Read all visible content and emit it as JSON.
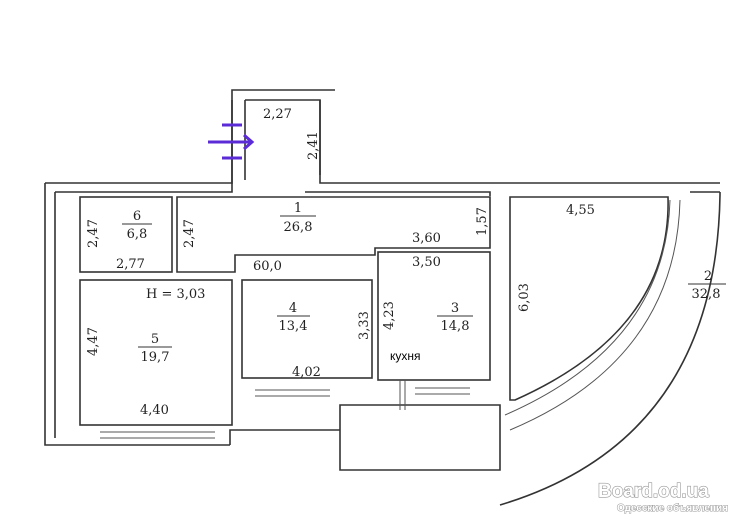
{
  "rooms": [
    {
      "number": "1",
      "area": "26,8"
    },
    {
      "number": "2",
      "area": "32,8"
    },
    {
      "number": "3",
      "area": "14,8",
      "name": "кухня"
    },
    {
      "number": "4",
      "area": "13,4"
    },
    {
      "number": "5",
      "area": "19,7"
    },
    {
      "number": "6",
      "area": "6,8"
    }
  ],
  "dimensions": {
    "entry_width": "2,27",
    "entry_depth": "2,41",
    "r6_height": "2,47",
    "r1_height": "2,47",
    "r6_width": "2,77",
    "corridor_width": "1,57",
    "r3_top_outer": "3,60",
    "r3_top_inner": "3,50",
    "r2_width": "4,55",
    "r2_depth": "6,03",
    "r5_height": "4,47",
    "r5_width": "4,40",
    "r4_height": "3,33",
    "r4_width": "4,02",
    "r3_height": "4,23"
  },
  "total_area": "60,0",
  "ceiling_height": "H = 3,03",
  "entry_arrow_color": "#5a2bd6",
  "watermark": {
    "site": "Board.od.ua",
    "tagline": "Одесские объявления"
  }
}
